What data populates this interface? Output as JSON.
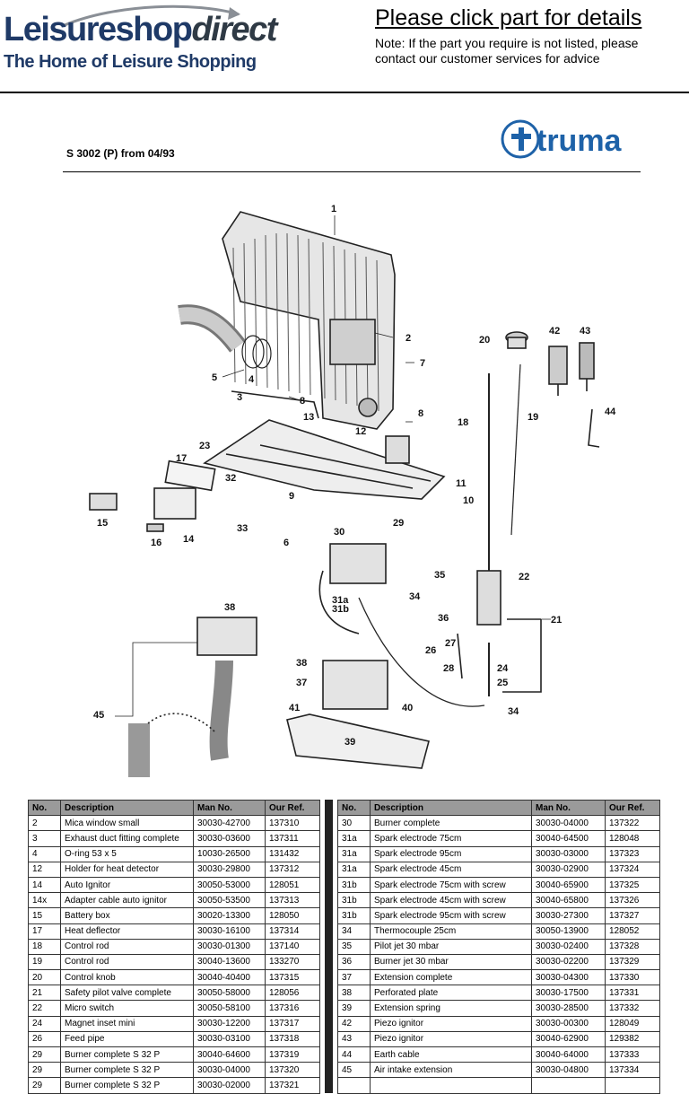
{
  "header": {
    "logo_main": "Leisureshop",
    "logo_direct": "direct",
    "tagline": "The Home of Leisure Shopping",
    "title": "Please click part for details",
    "note": "Note: If the part you require is not listed, please contact our customer services for advice"
  },
  "model": "S 3002 (P) from 04/93",
  "brand": "truma",
  "callouts": [
    "1",
    "2",
    "7",
    "3",
    "4",
    "5",
    "8",
    "8",
    "13",
    "12",
    "23",
    "17",
    "32",
    "9",
    "11",
    "10",
    "15",
    "14",
    "33",
    "16",
    "6",
    "29",
    "30",
    "20",
    "42",
    "43",
    "18",
    "19",
    "44",
    "35",
    "22",
    "36",
    "34",
    "31a",
    "31b",
    "27",
    "26",
    "28",
    "24",
    "25",
    "21",
    "38",
    "38",
    "37",
    "41",
    "40",
    "39",
    "45",
    "34"
  ],
  "table": {
    "headers": [
      "No.",
      "Description",
      "Man No.",
      "Our Ref."
    ],
    "left_rows": [
      [
        "2",
        "Mica window small",
        "30030-42700",
        "137310"
      ],
      [
        "3",
        "Exhaust duct fitting complete",
        "30030-03600",
        "137311"
      ],
      [
        "4",
        "O-ring 53 x 5",
        "10030-26500",
        "131432"
      ],
      [
        "12",
        "Holder for heat detector",
        "30030-29800",
        "137312"
      ],
      [
        "14",
        "Auto Ignitor",
        "30050-53000",
        "128051"
      ],
      [
        "14x",
        "Adapter cable auto ignitor",
        "30050-53500",
        "137313"
      ],
      [
        "15",
        "Battery box",
        "30020-13300",
        "128050"
      ],
      [
        "17",
        "Heat deflector",
        "30030-16100",
        "137314"
      ],
      [
        "18",
        "Control rod",
        "30030-01300",
        "137140"
      ],
      [
        "19",
        "Control rod",
        "30040-13600",
        "133270"
      ],
      [
        "20",
        "Control knob",
        "30040-40400",
        "137315"
      ],
      [
        "21",
        "Safety pilot valve complete",
        "30050-58000",
        "128056"
      ],
      [
        "22",
        "Micro switch",
        "30050-58100",
        "137316"
      ],
      [
        "24",
        "Magnet inset mini",
        "30030-12200",
        "137317"
      ],
      [
        "26",
        "Feed pipe",
        "30030-03100",
        "137318"
      ],
      [
        "29",
        "Burner complete S 32 P",
        "30040-64600",
        "137319"
      ],
      [
        "29",
        "Burner complete S 32 P",
        "30030-04000",
        "137320"
      ],
      [
        "29",
        "Burner complete S 32 P",
        "30030-02000",
        "137321"
      ]
    ],
    "right_rows": [
      [
        "30",
        "Burner complete",
        "30030-04000",
        "137322"
      ],
      [
        "31a",
        "Spark electrode 75cm",
        "30040-64500",
        "128048"
      ],
      [
        "31a",
        "Spark electrode 95cm",
        "30030-03000",
        "137323"
      ],
      [
        "31a",
        "Spark electrode 45cm",
        "30030-02900",
        "137324"
      ],
      [
        "31b",
        "Spark electrode 75cm with screw",
        "30040-65900",
        "137325"
      ],
      [
        "31b",
        "Spark electrode 45cm with screw",
        "30040-65800",
        "137326"
      ],
      [
        "31b",
        "Spark electrode 95cm with screw",
        "30030-27300",
        "137327"
      ],
      [
        "34",
        "Thermocouple 25cm",
        "30050-13900",
        "128052"
      ],
      [
        "35",
        "Pilot jet 30 mbar",
        "30030-02400",
        "137328"
      ],
      [
        "36",
        "Burner jet 30 mbar",
        "30030-02200",
        "137329"
      ],
      [
        "37",
        "Extension complete",
        "30030-04300",
        "137330"
      ],
      [
        "38",
        "Perforated plate",
        "30030-17500",
        "137331"
      ],
      [
        "39",
        "Extension spring",
        "30030-28500",
        "137332"
      ],
      [
        "42",
        "Piezo ignitor",
        "30030-00300",
        "128049"
      ],
      [
        "43",
        "Piezo ignitor",
        "30040-62900",
        "129382"
      ],
      [
        "44",
        "Earth cable",
        "30040-64000",
        "137333"
      ],
      [
        "45",
        "Air intake extension",
        "30030-04800",
        "137334"
      ],
      [
        "",
        "",
        "",
        ""
      ]
    ]
  },
  "colors": {
    "brand_blue": "#1e62a8",
    "logo_navy": "#1f3a67",
    "header_gray": "#9a9a9a"
  }
}
